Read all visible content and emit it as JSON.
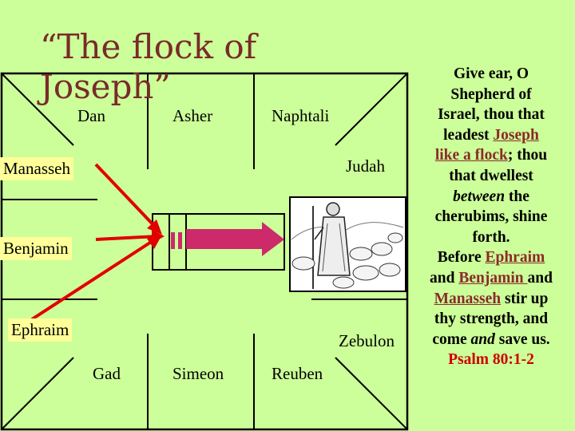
{
  "title": "“The flock of Joseph”",
  "camp": {
    "dan": "Dan",
    "asher": "Asher",
    "naphtali": "Naphtali",
    "manasseh": "Manasseh",
    "judah": "Judah",
    "benjamin": "Benjamin",
    "ephraim": "Ephraim",
    "zebulon": "Zebulon",
    "gad": "Gad",
    "simeon": "Simeon",
    "reuben": "Reuben"
  },
  "verse": {
    "l1": "Give ear, O",
    "l2": "Shepherd of",
    "l3": "Israel, thou that",
    "l4a": "leadest ",
    "l4b": "Joseph",
    "l5a": "like a flock",
    "l5b": "; thou",
    "l6": "that dwellest",
    "l7a": "between",
    "l7b": " the",
    "l8": "cherubims, shine",
    "l9": "forth.",
    "l10a": "Before ",
    "l10b": "Ephraim",
    "l11a": "and ",
    "l11b": "Benjamin ",
    "l11c": "and",
    "l12a": "Manasseh",
    "l12b": " stir up",
    "l13": "thy strength, and",
    "l14a": "come ",
    "l14b": "and",
    "l14c": " save us.",
    "reference": "Psalm 80:1-2"
  },
  "colors": {
    "background": "#ccff99",
    "frame": "#000000",
    "arrow": "#e00000",
    "ark_arrow": "#cc2a6a",
    "title": "#7a2a2a",
    "label_box": "#ffff99",
    "reference": "#cc0000"
  },
  "image": "shepherd-with-flock-illustration"
}
